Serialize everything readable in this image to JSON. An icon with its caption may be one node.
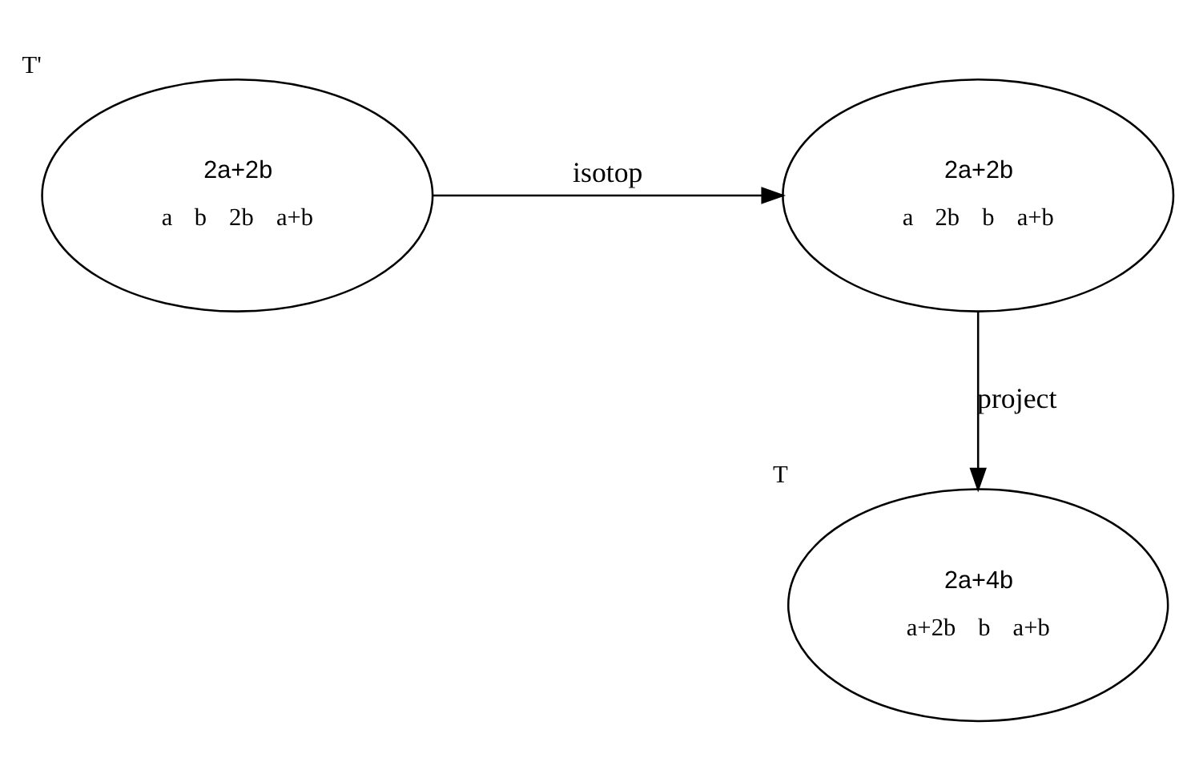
{
  "diagram": {
    "nodes": [
      {
        "text": [
          "2a+2b",
          "a",
          "b",
          "2b",
          "a+b"
        ],
        "beside": [
          "T'"
        ]
      },
      {
        "text": [
          "2a+2b",
          "a",
          "2b",
          "b",
          "a+b"
        ]
      },
      {
        "text": [
          "2a+4b",
          "a+2b",
          "b",
          "a+b"
        ],
        "beside": [
          "T"
        ]
      }
    ],
    "edges": [
      {
        "from": 0,
        "to": 1,
        "arrow": "to",
        "label": "isotop"
      },
      {
        "from": 1,
        "to": 2,
        "arrow": "to",
        "label": "project"
      }
    ]
  }
}
